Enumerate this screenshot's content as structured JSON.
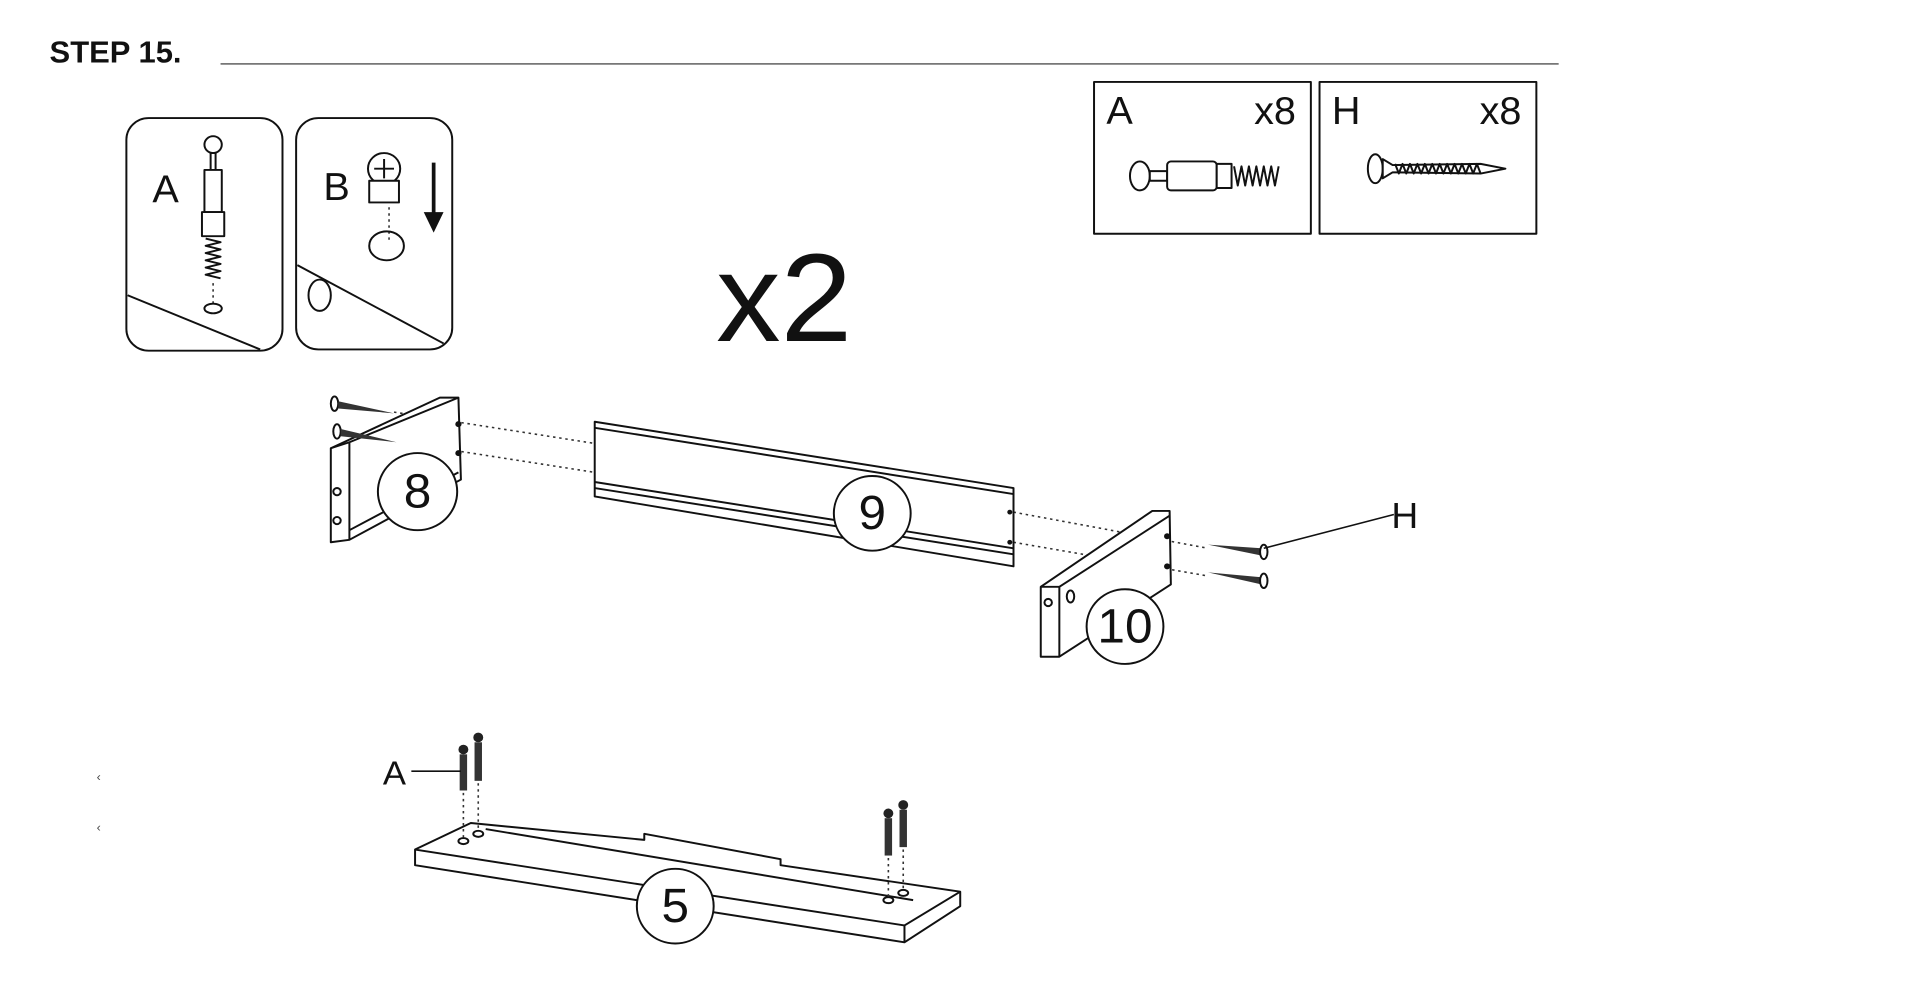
{
  "header": {
    "step_title": "STEP 15."
  },
  "detail_panels": [
    {
      "label": "A",
      "icon": "cam-bolt-icon"
    },
    {
      "label": "B",
      "icon": "cam-lock-icon"
    }
  ],
  "multiplier": "x2",
  "parts_list": [
    {
      "label": "A",
      "quantity": "x8",
      "icon": "cam-bolt-icon"
    },
    {
      "label": "H",
      "quantity": "x8",
      "icon": "screw-icon"
    }
  ],
  "panels": [
    {
      "number": "8"
    },
    {
      "number": "9"
    },
    {
      "number": "10"
    },
    {
      "number": "5"
    }
  ],
  "callouts": {
    "screw_label": "H",
    "bolt_label": "A"
  }
}
